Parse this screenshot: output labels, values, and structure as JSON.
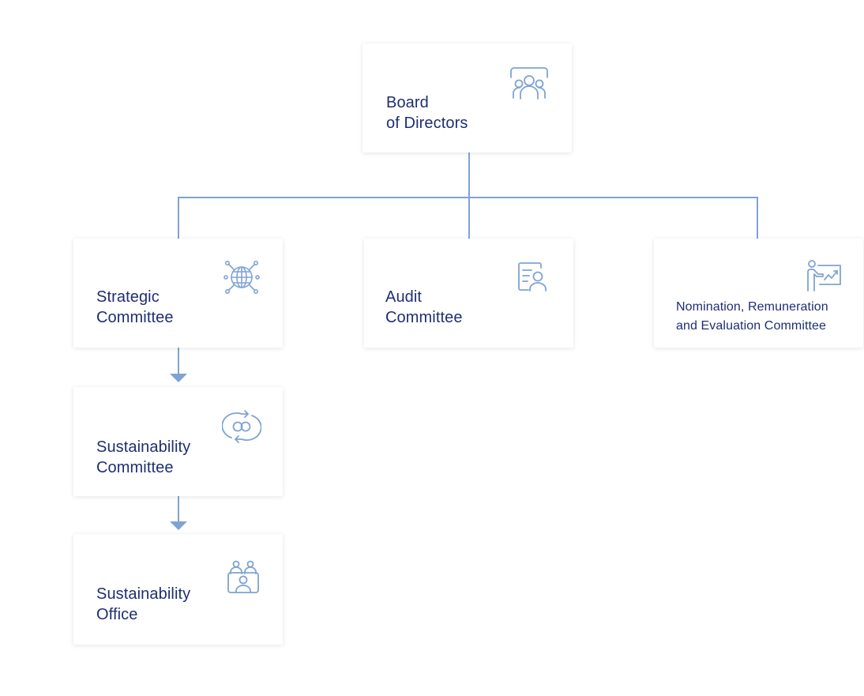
{
  "accent_color": "#7fa3d3",
  "text_color": "#1e2f72",
  "nodes": {
    "board": {
      "line1": "Board",
      "line2": "of Directors",
      "icon": "group-meeting-icon"
    },
    "strategic": {
      "line1": "Strategic",
      "line2": "Committee",
      "icon": "globe-network-icon"
    },
    "audit": {
      "line1": "Audit",
      "line2": "Committee",
      "icon": "document-person-icon"
    },
    "nomination": {
      "line1": "Nomination, Remuneration",
      "line2": "and Evaluation Committee",
      "icon": "presenter-chart-icon"
    },
    "sustainability_committee": {
      "line1": "Sustainability",
      "line2": "Committee",
      "icon": "infinity-cycle-icon"
    },
    "sustainability_office": {
      "line1": "Sustainability",
      "line2": "Office",
      "icon": "team-users-icon"
    }
  }
}
